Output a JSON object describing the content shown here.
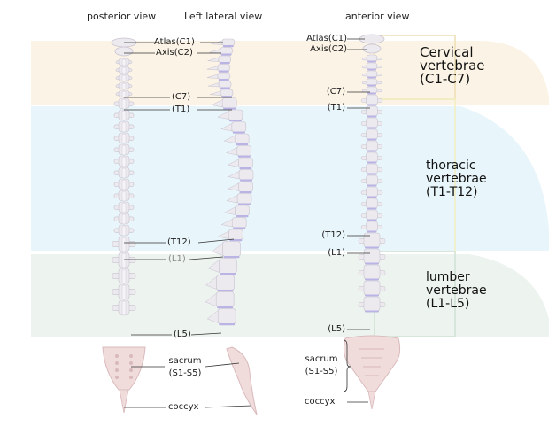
{
  "views": {
    "posterior": "posterior view",
    "lateral": "Left lateral view",
    "anterior": "anterior view"
  },
  "regions": {
    "cervical": "Cervical\nvertebrae\n(C1-C7)",
    "thoracic": "thoracic\nvertebrae\n(T1-T12)",
    "lumbar": "lumber\nvertebrae\n(L1-L5)"
  },
  "labels": {
    "left": {
      "atlas": "Atlas(C1)",
      "axis": "Axis(C2)",
      "c7": "(C7)",
      "t1": "(T1)",
      "t12": "(T12)",
      "l1": "(L1)",
      "l5": "(L5)",
      "sacrum": "sacrum",
      "sacrum_range": "(S1-S5)",
      "coccyx": "coccyx"
    },
    "right": {
      "atlas": "Atlas(C1)",
      "axis": "Axis(C2)",
      "c7": "(C7)",
      "t1": "(T1)",
      "t12": "(T12)",
      "l1": "(L1)",
      "l5": "(L5)",
      "sacrum": "sacrum",
      "sacrum_range": "(S1-S5)",
      "coccyx": "coccyx"
    }
  },
  "colors": {
    "cervical_band": "#fbf3e6",
    "thoracic_band": "#e8f5fa",
    "lumbar_band": "#edf3ee",
    "cervical_box": "#eedfb0",
    "thoracic_box": "#f2eec0",
    "lumbar_box": "#cfe1d4",
    "bone": "#ece9ef",
    "bone_shade": "#c9c3cf",
    "disc": "#b9b4e3",
    "sacrum": "#f1dcdc",
    "sacrum_shade": "#d9b9bc"
  }
}
